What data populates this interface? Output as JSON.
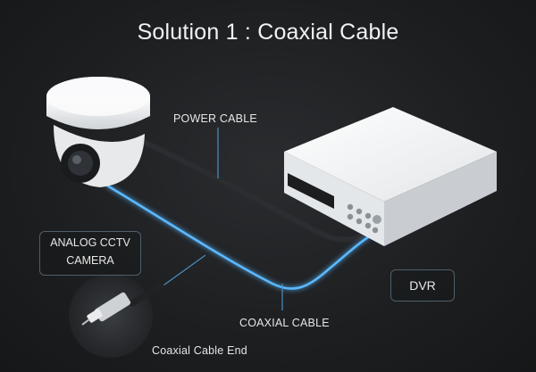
{
  "title": "Solution 1 : Coaxial Cable",
  "labels": {
    "power_cable": "POWER CABLE",
    "analog_camera": "ANALOG CCTV\nCAMERA",
    "dvr": "DVR",
    "coaxial_cable": "COAXIAL CABLE",
    "coaxial_end": "Coaxial Cable End"
  },
  "colors": {
    "background": "#1d1f21",
    "coax_glow": "#5ab8ff",
    "power_cable": "#2a2c2e",
    "device_white": "#eef0f2",
    "label_border": "#4f5f69"
  },
  "icons": [
    "dome-camera-icon",
    "dvr-recorder-icon",
    "coax-connector-icon"
  ]
}
